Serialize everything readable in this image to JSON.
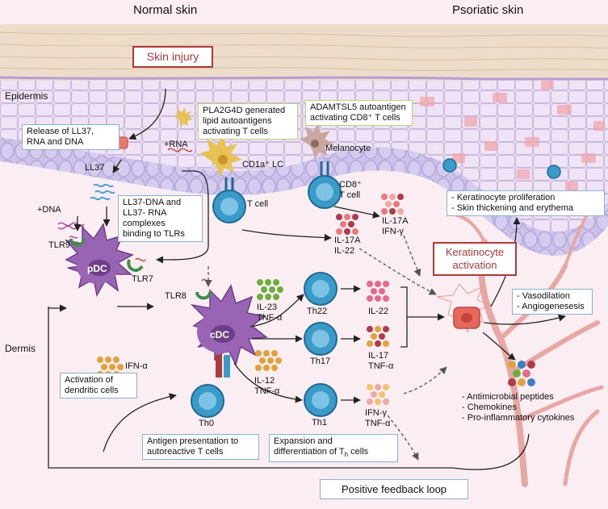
{
  "headers": {
    "normal": "Normal skin",
    "psoriatic": "Psoriatic skin"
  },
  "regions": {
    "epidermis": "Epidermis",
    "dermis": "Dermis"
  },
  "boxes": {
    "skin_injury": "Skin injury",
    "release": [
      "Release of LL37,",
      "RNA and DNA"
    ],
    "pla2g4d": [
      "PLA2G4D generated",
      "lipid autoantigens",
      "activating T cells"
    ],
    "adamtsl5": [
      "ADAMTSL5 autoantigen",
      "activating CD8⁺ T cells"
    ],
    "ll37_complex": [
      "LL37-DNA and",
      "LL37- RNA",
      "complexes",
      "binding to TLRs"
    ],
    "keratinocyte_effects": [
      "- Keratinocyte proliferation",
      "- Skin thickening and erythema"
    ],
    "keratinocyte_activation": [
      "Keratinocyte",
      "activation"
    ],
    "vaso": [
      "- Vasodilation",
      "- Angiogenesesis"
    ],
    "dc_activation": [
      "Activation of",
      "dendritic cells"
    ],
    "antigen_presentation": [
      "Antigen presentation to",
      "autoreactive T cells"
    ],
    "expansion": [
      "Expansion and",
      "differentiation of T",
      "h",
      " cells"
    ],
    "feedback": "Positive feedback loop"
  },
  "labels": {
    "ll37": "LL37",
    "plus_rna": "+RNA",
    "plus_dna": "+DNA",
    "cd1a_lc": "CD1a⁺ LC",
    "melanocyte": "Melanocyte",
    "cd8": [
      "CD8⁺",
      "T cell"
    ],
    "t_cell": "T cell",
    "tlr9": "TLR9",
    "tlr7": "TLR7",
    "tlr8": "TLR8",
    "pdc": "pDC",
    "cdc": "cDC",
    "ifn_alpha": "IFN-α",
    "il17a_il22": [
      "IL-17A",
      "IL-22"
    ],
    "il17a_ifng": [
      "IL-17A",
      "IFN-γ"
    ],
    "il23": [
      "IL-23",
      "TNF-α"
    ],
    "il12": [
      "IL-12",
      "TNF-α"
    ],
    "th22": "Th22",
    "th17": "Th17",
    "th1": "Th1",
    "th0": "Th0",
    "il22": "IL-22",
    "il17_tnf": [
      "IL-17",
      "TNF-α"
    ],
    "ifng_tnf": [
      "IFN-γ",
      "TNF-α"
    ],
    "secreted": [
      "- Antimicrobial peptides",
      "- Chemokines",
      "- Pro-inflammatory cytokines"
    ]
  },
  "colors": {
    "skin_surface": "#e9d7c4",
    "epidermis": "#e7dcf0",
    "basal_layer": "#c9bde6",
    "dermis": "#fbeef3",
    "box_border_blue": "#8fb0c8",
    "box_border_green": "#b6d37f",
    "accent_red": "#b03a3a",
    "pdc_purple": "#9a64b4",
    "t_cell_blue": "#3a9bc8",
    "vessel": "#e7a8a3"
  }
}
